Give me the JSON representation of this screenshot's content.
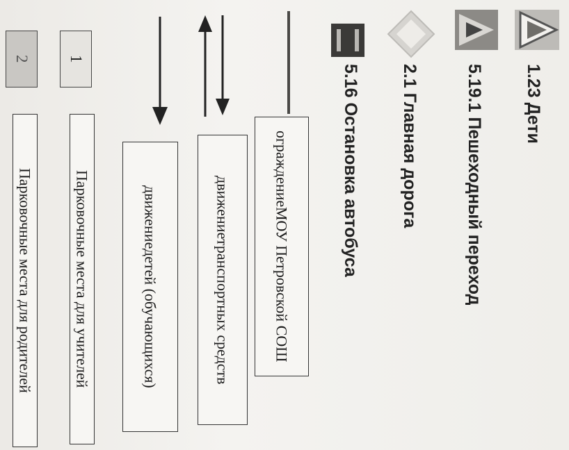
{
  "legend_signs": [
    {
      "code_label": "1.23 Дети",
      "icon": "children-warning-sign-icon"
    },
    {
      "code_label": "5.19.1 Пешеходный переход",
      "icon": "pedestrian-crossing-sign-icon"
    },
    {
      "code_label": "2.1 Главная дорога",
      "icon": "main-road-sign-icon"
    },
    {
      "code_label": "5.16 Остановка автобуса",
      "icon": "bus-stop-sign-icon"
    }
  ],
  "lines": {
    "fence": {
      "line1": "ограждение",
      "line2": "МОУ Петровской СОШ"
    },
    "vehicle_traffic": {
      "line1": "движение",
      "line2": "транспортных средств"
    },
    "children_traffic": {
      "line1": "движение",
      "line2": "детей (обучающихся)"
    }
  },
  "parking": [
    {
      "number": "1",
      "label": "Парковочные места для учителей"
    },
    {
      "number": "2",
      "label": "Парковочные места для родителей"
    }
  ]
}
